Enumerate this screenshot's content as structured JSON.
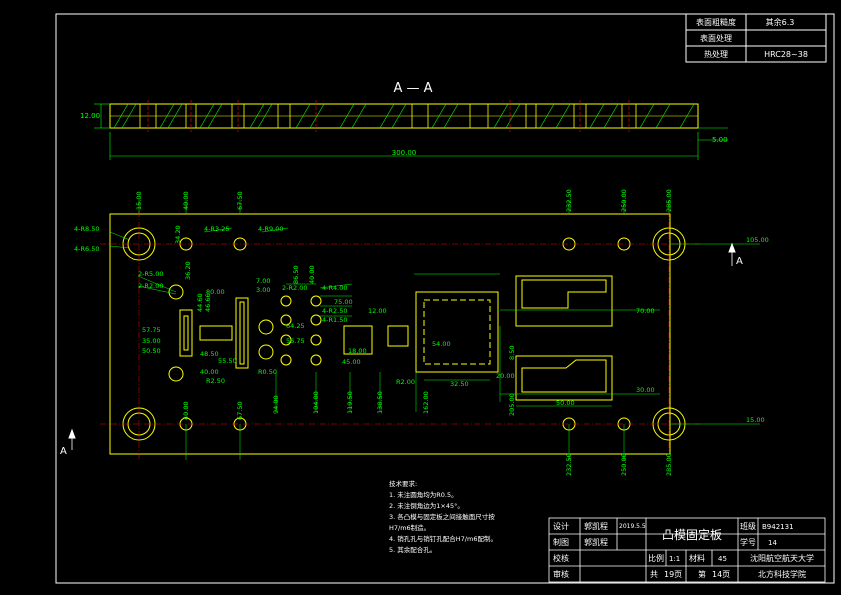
{
  "surface_table": {
    "rows": [
      {
        "label": "表面粗糙度",
        "value": "其余6.3"
      },
      {
        "label": "表面处理",
        "value": ""
      },
      {
        "label": "热处理",
        "value": "HRC28~38"
      }
    ]
  },
  "section": {
    "title": "A — A",
    "dim_thickness": "12.00",
    "dim_right": "5.00",
    "dim_length": "300.00"
  },
  "plan_dims": {
    "top": [
      "15.00",
      "40.00",
      "67.50",
      "232.50",
      "250.00",
      "285.00"
    ],
    "bottom": [
      "40.00",
      "67.50",
      "94.00",
      "104.00",
      "119.50",
      "138.50",
      "162.00",
      "232.50",
      "250.00",
      "285.00"
    ],
    "left": [
      "4-R8.50",
      "4-R6.50",
      "2-R5.00",
      "2-R2.00",
      "57.75",
      "35.00",
      "50.50",
      "40.00",
      "R2.50"
    ],
    "misc": [
      "34.20",
      "4-R3.25",
      "4-R9.00",
      "36.20",
      "80.00",
      "44.60",
      "46.66",
      "48.50",
      "55.50",
      "R0.50",
      "7.00",
      "3.00",
      "2-R2.00",
      "86.50",
      "40.00",
      "4-R4.00",
      "75.00",
      "4-R2.50",
      "4-R1.50",
      "64.25",
      "56.75",
      "18.00",
      "12.00",
      "45.00",
      "R2.00",
      "32.50",
      "54.00",
      "205.00",
      "20.00",
      "50.00",
      "70.00",
      "30.00",
      "8.50",
      "105.00",
      "15.00"
    ]
  },
  "section_mark": "A",
  "tech_notes": {
    "title": "技术要求:",
    "lines": [
      "1. 未注圆角均为R0.5。",
      "2. 未注倒角边为1×45°。",
      "3. 各凸模与固定板之间接触面尺寸按",
      "H7/m6制造。",
      "4. 销孔孔与销钉孔配合H7/m6配制。",
      "5. 其余配合孔。"
    ]
  },
  "title_block": {
    "design_label": "设计",
    "designer": "郭凯程",
    "date": "2019.5.5",
    "drawing_title": "凸模固定板",
    "class_label": "班级",
    "class_value": "B942131",
    "draw_label": "制图",
    "drawer": "郭凯程",
    "number_label": "学号",
    "number_value": "14",
    "check_label": "校核",
    "scale_label": "比例",
    "scale_value": "1:1",
    "material_label": "材料",
    "material_value": "45",
    "school_line1": "沈阳航空航天大学",
    "school_line2": "北方科技学院",
    "review_label": "审核",
    "total_label": "共",
    "total_pages": "19页",
    "page_label": "第",
    "page_num": "14页"
  },
  "colors": {
    "background": "#000000",
    "frame": "#ffffff",
    "part": "#ffff00",
    "dimension": "#00ff00",
    "centerline": "#ff0000",
    "section_hatch": "#00ff00"
  }
}
